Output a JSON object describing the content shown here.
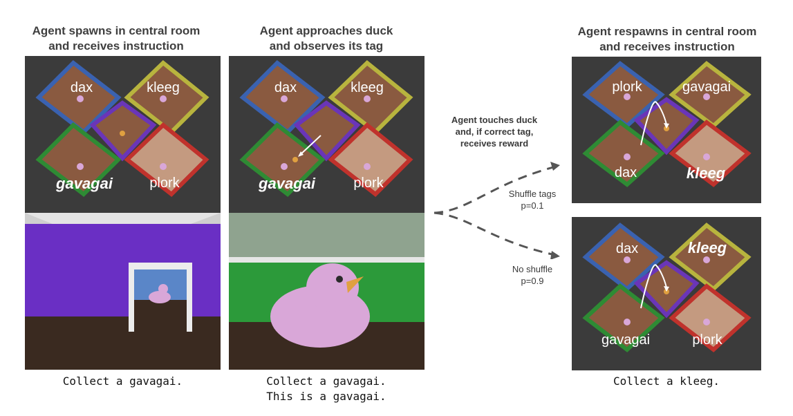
{
  "columns": [
    {
      "heading": [
        "Agent spawns in central room",
        "and receives instruction"
      ],
      "caption": [
        "Collect a gavagai."
      ]
    },
    {
      "heading": [
        "Agent approaches duck",
        "and observes its tag"
      ],
      "caption": [
        "Collect a gavagai.",
        "This is a gavagai."
      ]
    },
    {
      "heading": [
        "Agent respawns in central room",
        "and receives instruction"
      ],
      "caption": [
        "Collect a kleeg."
      ]
    }
  ],
  "maps": {
    "map1": {
      "top_left": "dax",
      "top_right": "kleeg",
      "bottom_left": "gavagai",
      "bottom_right": "plork"
    },
    "map2": {
      "top_left": "dax",
      "top_right": "kleeg",
      "bottom_left": "gavagai",
      "bottom_right": "plork"
    },
    "map3": {
      "top_left": "plork",
      "top_right": "gavagai",
      "bottom_left": "dax",
      "bottom_right": "kleeg"
    },
    "map4": {
      "top_left": "dax",
      "top_right": "kleeg",
      "bottom_left": "gavagai",
      "bottom_right": "plork"
    }
  },
  "touch_note": [
    "Agent touches duck",
    "and, if correct tag,",
    "receives reward"
  ],
  "branches": {
    "shuffle": [
      "Shuffle tags",
      "p=0.1"
    ],
    "no_shuffle": [
      "No shuffle",
      "p=0.9"
    ]
  },
  "colors": {
    "blue_wall": "#3a62b0",
    "yellow_wall": "#b8b43e",
    "green_wall": "#2e8b34",
    "red_wall": "#c0322c",
    "purple_wall": "#6a35b8",
    "room_floor": "#8a5a40",
    "highlight_floor": "#c49a80",
    "duck_pink": "#d9a7d8",
    "arrow_gray": "#555555"
  }
}
